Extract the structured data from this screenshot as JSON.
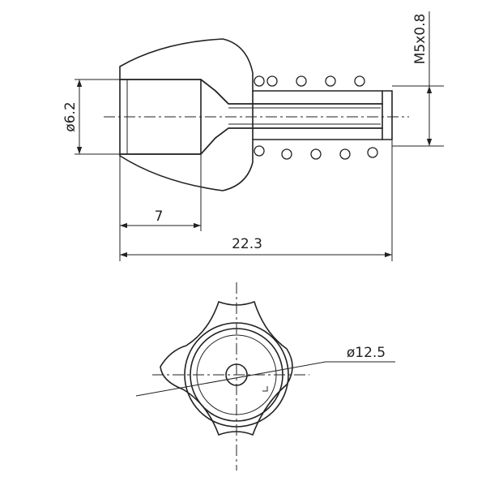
{
  "dimensions": {
    "bore_diameter": "ø6.2",
    "bore_depth": "7",
    "overall_length": "22.3",
    "thread": "M5x0.8",
    "flange_diameter": "ø12.5"
  }
}
